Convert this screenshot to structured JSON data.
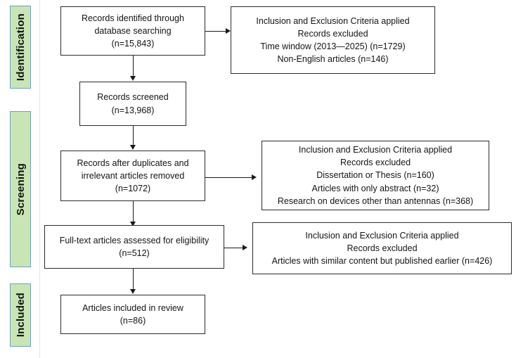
{
  "diagram": {
    "title": "PRISMA flow diagram",
    "colors": {
      "stage_fill": "#c8e6b4",
      "stage_border": "#6f9ec4",
      "box_border": "#2b2b2b",
      "connector": "#1a1a1a",
      "background": "#ffffff"
    }
  },
  "stages": [
    {
      "id": "identification",
      "label": "Identification"
    },
    {
      "id": "screening",
      "label": "Screening"
    },
    {
      "id": "included",
      "label": "Included"
    }
  ],
  "boxes": {
    "records_identified": {
      "id": "records-identified",
      "lines": [
        "Records identified  through",
        "database searching",
        "(n=15,843)"
      ]
    },
    "excluded_identification": {
      "id": "excluded-identification",
      "lines": [
        "Inclusion and Exclusion Criteria applied",
        "Records excluded",
        "Time window (2013—2025) (n=1729)",
        "Non-English articles (n=146)"
      ]
    },
    "records_screened": {
      "id": "records-screened",
      "lines": [
        "Records screened",
        "(n=13,968)"
      ]
    },
    "records_after_duplicates": {
      "id": "records-after-duplicates",
      "lines": [
        "Records after duplicates and",
        "irrelevant articles removed",
        "(n=1072)"
      ]
    },
    "excluded_screening": {
      "id": "excluded-screening",
      "lines": [
        "Inclusion and Exclusion Criteria applied",
        "Records excluded",
        "Dissertation or Thesis (n=160)",
        "Articles with only abstract (n=32)",
        "Research on devices other than antennas (n=368)"
      ]
    },
    "full_text_assessed": {
      "id": "full-text-assessed",
      "lines": [
        "Full-text articles assessed for eligibility",
        "(n=512)"
      ]
    },
    "excluded_eligibility": {
      "id": "excluded-eligibility",
      "lines": [
        "Inclusion and Exclusion Criteria applied",
        "Records excluded",
        "Articles with similar content but published earlier (n=426)"
      ]
    },
    "articles_included": {
      "id": "articles-included",
      "lines": [
        "Articles included in review",
        "(n=86)"
      ]
    }
  },
  "chart_data": {
    "type": "diagram",
    "title": "PRISMA flow diagram",
    "nodes": [
      {
        "id": "records_identified",
        "stage": "Identification",
        "label": "Records identified through database searching",
        "n": 15843
      },
      {
        "id": "excluded_identification",
        "stage": "Identification",
        "label": "Records excluded",
        "items": [
          {
            "reason": "Time window (2013—2025)",
            "n": 1729
          },
          {
            "reason": "Non-English articles",
            "n": 146
          }
        ]
      },
      {
        "id": "records_screened",
        "stage": "Screening",
        "label": "Records screened",
        "n": 13968
      },
      {
        "id": "records_after_duplicates",
        "stage": "Screening",
        "label": "Records after duplicates and irrelevant articles removed",
        "n": 1072
      },
      {
        "id": "excluded_screening",
        "stage": "Screening",
        "label": "Records excluded",
        "items": [
          {
            "reason": "Dissertation or Thesis",
            "n": 160
          },
          {
            "reason": "Articles with only abstract",
            "n": 32
          },
          {
            "reason": "Research on devices other than antennas",
            "n": 368
          }
        ]
      },
      {
        "id": "full_text_assessed",
        "stage": "Screening",
        "label": "Full-text articles assessed for eligibility",
        "n": 512
      },
      {
        "id": "excluded_eligibility",
        "stage": "Screening",
        "label": "Records excluded",
        "items": [
          {
            "reason": "Articles with similar content but published earlier",
            "n": 426
          }
        ]
      },
      {
        "id": "articles_included",
        "stage": "Included",
        "label": "Articles included in review",
        "n": 86
      }
    ],
    "edges": [
      {
        "from": "records_identified",
        "to": "excluded_identification",
        "direction": "right"
      },
      {
        "from": "records_identified",
        "to": "records_screened",
        "direction": "down"
      },
      {
        "from": "records_screened",
        "to": "records_after_duplicates",
        "direction": "down"
      },
      {
        "from": "records_after_duplicates",
        "to": "excluded_screening",
        "direction": "right"
      },
      {
        "from": "records_after_duplicates",
        "to": "full_text_assessed",
        "direction": "down"
      },
      {
        "from": "full_text_assessed",
        "to": "excluded_eligibility",
        "direction": "right"
      },
      {
        "from": "full_text_assessed",
        "to": "articles_included",
        "direction": "down"
      }
    ]
  }
}
